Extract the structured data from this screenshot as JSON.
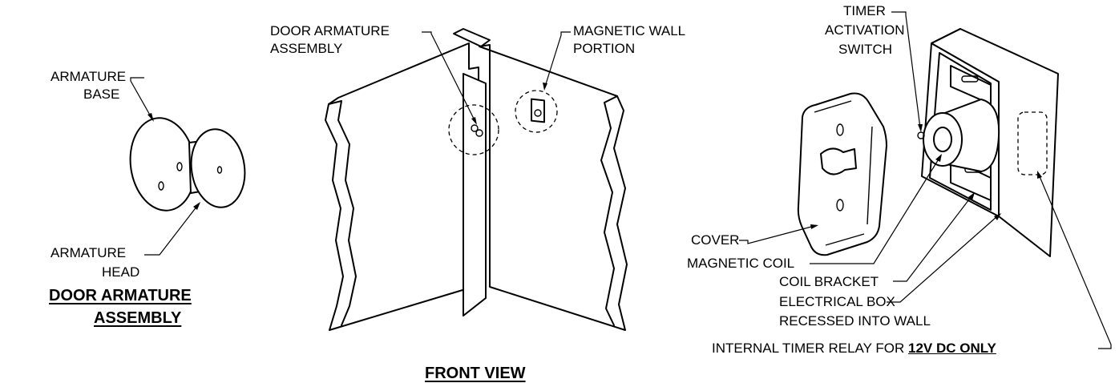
{
  "labels": {
    "armature_base_1": "ARMATURE",
    "armature_base_2": "BASE",
    "armature_head_1": "ARMATURE",
    "armature_head_2": "HEAD",
    "door_armature_title_1": "DOOR ARMATURE",
    "door_armature_title_2": "ASSEMBLY",
    "door_armature_assembly_1": "DOOR ARMATURE",
    "door_armature_assembly_2": "ASSEMBLY",
    "magnetic_wall_1": "MAGNETIC WALL",
    "magnetic_wall_2": "PORTION",
    "front_view": "FRONT VIEW",
    "timer_1": "TIMER",
    "timer_2": "ACTIVATION",
    "timer_3": "SWITCH",
    "cover": "COVER",
    "magnetic_coil": "MAGNETIC COIL",
    "coil_bracket": "COIL BRACKET",
    "electrical_box_1": "ELECTRICAL BOX",
    "electrical_box_2": "RECESSED INTO WALL",
    "internal_timer_prefix": "INTERNAL TIMER RELAY FOR ",
    "internal_timer_emph": "12V DC ONLY"
  }
}
